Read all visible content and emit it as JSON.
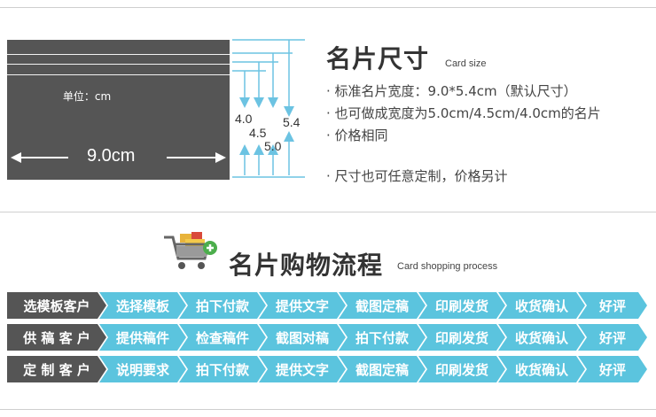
{
  "card_spec": {
    "title": "名片尺寸",
    "subtitle": "Card size",
    "unit_label": "单位：cm",
    "width_label": "9.0cm",
    "heights": [
      "4.0",
      "4.5",
      "5.0",
      "5.4"
    ],
    "bullets": [
      "· 标准名片宽度：9.0*5.4cm（默认尺寸）",
      "· 也可做成宽度为5.0cm/4.5cm/4.0cm的名片",
      "· 价格相同",
      "· 尺寸也可任意定制，价格另计"
    ]
  },
  "process": {
    "title": "名片购物流程",
    "subtitle": "Card shopping process",
    "rows": [
      {
        "steps": [
          "选模板客户",
          "选择模板",
          "拍下付款",
          "提供文字",
          "截图定稿",
          "印刷发货",
          "收货确认",
          "好评"
        ]
      },
      {
        "steps": [
          "供 稿 客 户",
          "提供稿件",
          "检查稿件",
          "截图对稿",
          "拍下付款",
          "印刷发货",
          "收货确认",
          "好评"
        ]
      },
      {
        "steps": [
          "定 制 客 户",
          "说明要求",
          "拍下付款",
          "提供文字",
          "截图定稿",
          "印刷发货",
          "收货确认",
          "好评"
        ]
      }
    ]
  },
  "colors": {
    "dark": "#555555",
    "accent": "#5bc4de",
    "arrow": "#6cc3e2"
  }
}
